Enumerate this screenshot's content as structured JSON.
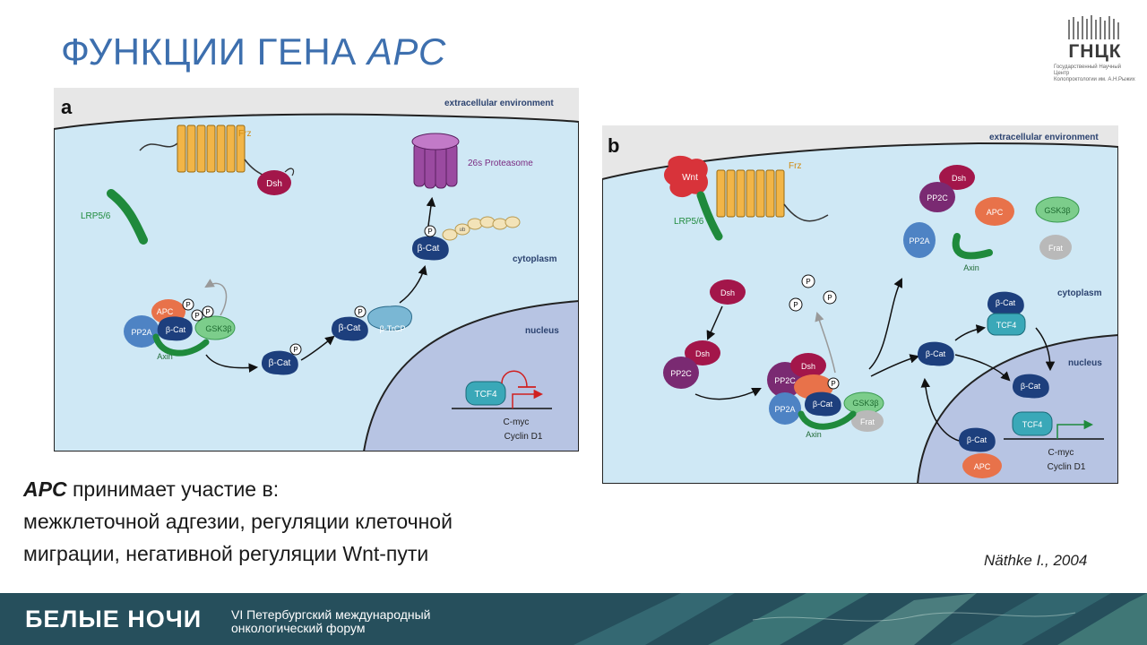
{
  "slide": {
    "title_main": "ФУНКЦИИ ГЕНА ",
    "title_gene": "APC",
    "citation": "Näthke I., 2004"
  },
  "logo": {
    "name": "ГНЦК",
    "subtitle_line1": "Государственный Научный Центр",
    "subtitle_line2": "Колопроктологии им. А.Н.Рыжих"
  },
  "description": {
    "gene": "APC",
    "line1_rest": " принимает участие в:",
    "line2": "межклеточной адгезии, регуляции клеточной",
    "line3": "миграции, негативной регуляции Wnt-пути"
  },
  "panel_a": {
    "letter": "a",
    "extracellular": "extracellular environment",
    "cytoplasm": "cytoplasm",
    "nucleus": "nucleus",
    "frz": "Frz",
    "dsh": "Dsh",
    "lrp": "LRP5/6",
    "proteasome": "26s Proteasome",
    "apc": "APC",
    "pp2a": "PP2A",
    "bcat": "β-Cat",
    "gsk": "GSK3β",
    "axin": "Axin",
    "btrcp": "β-TrCP",
    "tcf": "TCF4",
    "cmyc": "C-myc",
    "cyclin": "Cyclin D1",
    "p": "P",
    "ub": "ub"
  },
  "panel_b": {
    "letter": "b",
    "extracellular": "extracellular environment",
    "cytoplasm": "cytoplasm",
    "nucleus": "nucleus",
    "wnt": "Wnt",
    "frz": "Frz",
    "lrp": "LRP5/6",
    "dsh": "Dsh",
    "pp2c": "PP2C",
    "apc": "APC",
    "gsk": "GSK3β",
    "pp2a": "PP2A",
    "axin": "Axin",
    "frat": "Frat",
    "bcat": "β-Cat",
    "tcf": "TCF4",
    "cmyc": "C-myc",
    "cyclin": "Cyclin D1",
    "p": "P"
  },
  "footer": {
    "name": "БЕЛЫЕ НОЧИ",
    "sub_line1": "VI Петербургский международный",
    "sub_line2": "онкологический форум"
  },
  "colors": {
    "title": "#3d6fae",
    "cell": "#cfe8f5",
    "nucleus": "#b7c4e3",
    "beta_cat": "#1d3f7d",
    "apc": "#e8724a",
    "dsh": "#a3164a",
    "gsk": "#7ccd8b",
    "footer": "#264f5c"
  }
}
